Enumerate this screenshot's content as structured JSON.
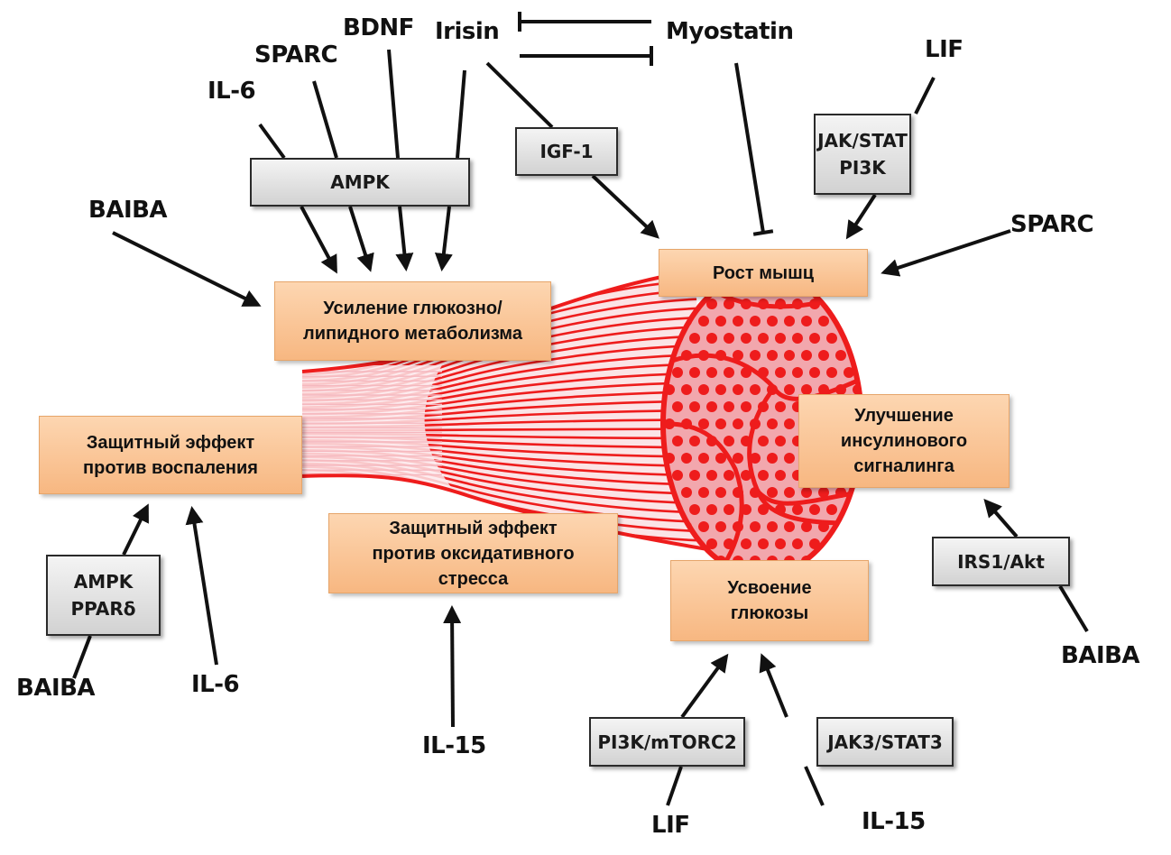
{
  "title": "Myokine signaling pathways in skeletal muscle",
  "colors": {
    "muscle_red": "#ee1c1c",
    "muscle_fill": "#f2a7ad",
    "effect_box": "#f9c393",
    "pathway_box": "#dcdcdc",
    "arrow": "#111111"
  },
  "myokines": {
    "il6_top": "IL-6",
    "sparc_top": "SPARC",
    "bdnf": "BDNF",
    "irisin": "Irisin",
    "myostatin": "Myostatin",
    "lif_top": "LIF",
    "baiba_top": "BAIBA",
    "sparc_right": "SPARC",
    "baiba_bottom_left": "BAIBA",
    "il6_bottom": "IL-6",
    "il15_center": "IL-15",
    "lif_bottom": "LIF",
    "il15_bottom": "IL-15",
    "baiba_right": "BAIBA"
  },
  "pathways": {
    "ampk_top": "AMPK",
    "igf1": "IGF-1",
    "jak_stat_pi3k": "JAK/STAT\nPI3K",
    "ampk_ppard": "AMPK\nPPARδ",
    "irs1_akt": "IRS1/Akt",
    "pi3k_mtorc2": "PI3K/mTORC2",
    "jak3_stat3": "JAK3/STAT3"
  },
  "effects": {
    "glucose_lipid": "Усиление глюкозно/\nлипидного метаболизма",
    "muscle_growth": "Рост мышц",
    "anti_inflammation": "Защитный эффект\nпротив воспаления",
    "anti_oxidative": "Защитный эффект\nпротив оксидативного\nстресса",
    "insulin_signaling": "Улучшение\nинсулинового\nсигналинга",
    "glucose_uptake": "Усвоение\nглюкозы"
  },
  "edges": [
    {
      "from": "IL-6",
      "via": "AMPK",
      "to": "glucose_lipid",
      "type": "activate"
    },
    {
      "from": "SPARC",
      "via": "AMPK",
      "to": "glucose_lipid",
      "type": "activate"
    },
    {
      "from": "BDNF",
      "via": "AMPK",
      "to": "glucose_lipid",
      "type": "activate"
    },
    {
      "from": "Irisin",
      "via": "AMPK",
      "to": "glucose_lipid",
      "type": "activate"
    },
    {
      "from": "BAIBA",
      "to": "glucose_lipid",
      "type": "activate"
    },
    {
      "from": "Myostatin",
      "to": "Irisin",
      "type": "inhibit"
    },
    {
      "from": "Irisin",
      "to": "Myostatin",
      "type": "inhibit"
    },
    {
      "from": "Irisin",
      "via": "IGF-1",
      "to": "muscle_growth",
      "type": "activate"
    },
    {
      "from": "Myostatin",
      "to": "muscle_growth",
      "type": "inhibit"
    },
    {
      "from": "LIF",
      "via": "JAK/STAT PI3K",
      "to": "muscle_growth",
      "type": "activate"
    },
    {
      "from": "SPARC",
      "to": "muscle_growth",
      "type": "activate"
    },
    {
      "from": "BAIBA",
      "via": "AMPK PPARδ",
      "to": "anti_inflammation",
      "type": "activate"
    },
    {
      "from": "IL-6",
      "to": "anti_inflammation",
      "type": "activate"
    },
    {
      "from": "IL-15",
      "to": "anti_oxidative",
      "type": "activate"
    },
    {
      "from": "BAIBA",
      "via": "IRS1/Akt",
      "to": "insulin_signaling",
      "type": "activate"
    },
    {
      "from": "LIF",
      "via": "PI3K/mTORC2",
      "to": "glucose_uptake",
      "type": "activate"
    },
    {
      "from": "IL-15",
      "via": "JAK3/STAT3",
      "to": "glucose_uptake",
      "type": "activate"
    }
  ]
}
